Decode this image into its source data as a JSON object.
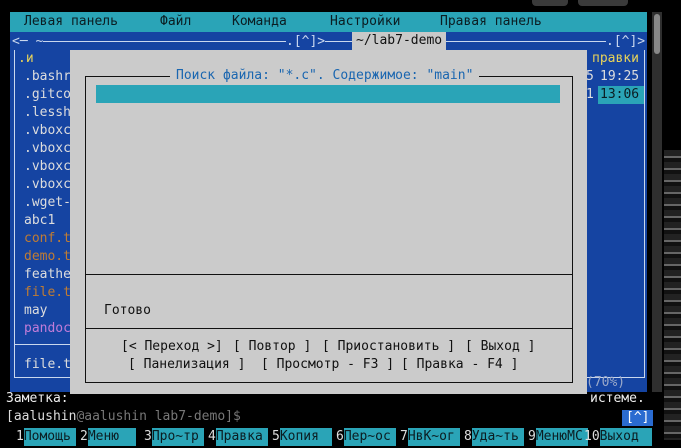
{
  "menu": {
    "items": [
      "Левая панель",
      "Файл",
      "Команда",
      "Настройки",
      "Правая панель"
    ]
  },
  "panel": {
    "left_marker": "<─ ~",
    "left_corner": ".[^]>",
    "path": "~/lab7-demo",
    "right_corner": ".[^]>",
    "col_name": ".и",
    "col_time": "правки",
    "files": [
      {
        "name": ".bashr",
        "color": "#ddd"
      },
      {
        "name": ".gitco",
        "color": "#ddd"
      },
      {
        "name": ".lessh",
        "color": "#ddd"
      },
      {
        "name": ".vboxc",
        "color": "#ddd"
      },
      {
        "name": ".vboxc",
        "color": "#ddd"
      },
      {
        "name": ".vboxc",
        "color": "#ddd"
      },
      {
        "name": ".vboxc",
        "color": "#ddd"
      },
      {
        "name": ".wget-",
        "color": "#ddd"
      },
      {
        "name": "abc1",
        "color": "#ddd"
      },
      {
        "name": "conf.t",
        "color": "#c07c33"
      },
      {
        "name": "demo.t",
        "color": "#c07c33"
      },
      {
        "name": "feathe",
        "color": "#ddd"
      },
      {
        "name": "file.t",
        "color": "#c07c33"
      },
      {
        "name": "may",
        "color": "#ddd"
      },
      {
        "name": "pandoc",
        "color": "#c07cd8"
      }
    ],
    "selected_file": "file.t",
    "right_times": [
      {
        "size": "5",
        "time": "19:25"
      },
      {
        "size": "1",
        "time": "13:06"
      }
    ],
    "percent": "(70%)"
  },
  "notes": {
    "label": "Заметка:",
    "tail": "истеме."
  },
  "dialog": {
    "title": "Поиск файла: \"*.c\". Содержимое: \"main\"",
    "status": "Готово",
    "buttons_row1": {
      "goto": "[< Переход >]",
      "repeat": "[ Повтор ]",
      "suspend": "[ Приостановить ]",
      "exit": "[ Выход ]"
    },
    "buttons_row2": {
      "panelize": "[ Панелизация ]",
      "view": "[ Просмотр - F3 ]",
      "edit": "[ Правка - F4 ]"
    }
  },
  "shell": {
    "prompt_open": "[aalushin",
    "prompt_host": "@aalushin lab7-demo",
    "prompt_close": "]$",
    "corner": "[^]"
  },
  "fkeys": [
    {
      "num": "1",
      "label": "Помощь"
    },
    {
      "num": "2",
      "label": "Меню"
    },
    {
      "num": "3",
      "label": "Про~тр"
    },
    {
      "num": "4",
      "label": "Правка"
    },
    {
      "num": "5",
      "label": "Копия"
    },
    {
      "num": "6",
      "label": "Пер~ос"
    },
    {
      "num": "7",
      "label": "НвК~ог"
    },
    {
      "num": "8",
      "label": "Уда~ть"
    },
    {
      "num": "9",
      "label": "МенюМС"
    },
    {
      "num": "10",
      "label": "Выход"
    }
  ]
}
